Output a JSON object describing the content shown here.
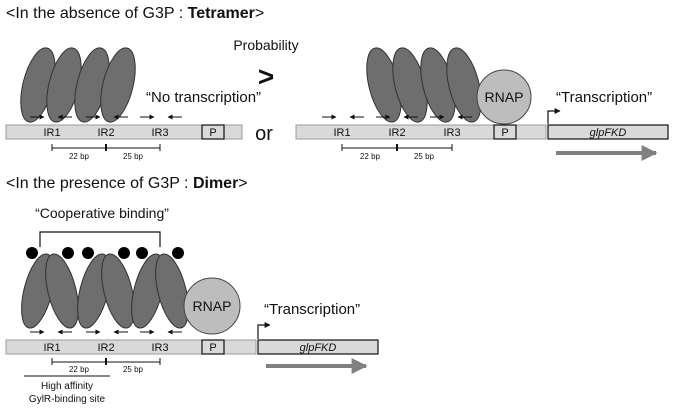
{
  "headers": {
    "absence": {
      "prefix": "<In the absence of G3P : ",
      "strong": "Tetramer",
      "suffix": ">"
    },
    "presence": {
      "prefix": "<In the presence of G3P : ",
      "strong": "Dimer",
      "suffix": ">"
    }
  },
  "comparison": {
    "probability_label": "Probability",
    "greater_symbol": ">",
    "or_label": "or"
  },
  "labels": {
    "no_transcription": "“No transcription”",
    "transcription": "“Transcription”",
    "cooperative_binding": "“Cooperative binding”",
    "rnap": "RNAP",
    "promoter": "P",
    "gene": "glpFKD",
    "ir1": "IR1",
    "ir2": "IR2",
    "ir3": "IR3",
    "spacing_1": "22 bp",
    "spacing_2": "25 bp",
    "high_affinity_line1": "High affinity",
    "high_affinity_line2": "GylR-binding site"
  },
  "colors": {
    "protein": "#6e6e6e",
    "rnap": "#bdbdbd",
    "dna": "#d9d9d9",
    "gene_box": "#d9d9d9",
    "ligand": "#000000",
    "gene_arrow": "#808080",
    "ink": "#111111"
  }
}
